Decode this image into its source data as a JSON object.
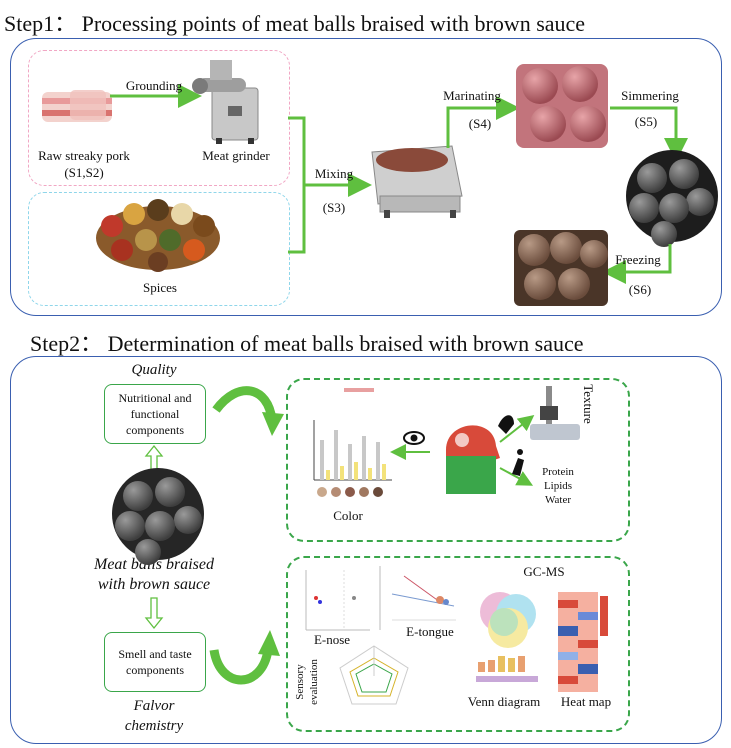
{
  "step1": {
    "title": "Step1： Processing points of meat balls braised with brown sauce",
    "grounding": "Grounding",
    "raw_pork": "Raw streaky pork",
    "raw_pork_code": "(S1,S2)",
    "meat_grinder": "Meat grinder",
    "spices": "Spices",
    "mixing": "Mixing",
    "mixing_code": "(S3)",
    "marinating": "Marinating",
    "marinating_code": "(S4)",
    "simmering": "Simmering",
    "simmering_code": "(S5)",
    "freezing": "Freezing",
    "freezing_code": "(S6)"
  },
  "step2": {
    "title": "Step2： Determination of meat balls braised with brown sauce",
    "quality": "Quality",
    "nutritional_box": "Nutritional and functional components",
    "meatballs_label_1": "Meat balls braised",
    "meatballs_label_2": "with brown sauce",
    "smell_box": "Smell and taste components",
    "flavor_1": "Falvor",
    "flavor_2": "chemistry",
    "color": "Color",
    "texture": "Texture",
    "protein": "Protein",
    "lipids": "Lipids",
    "water": "Water",
    "enose": "E-nose",
    "etongue": "E-tongue",
    "gcms": "GC-MS",
    "sensory_1": "Sensory",
    "sensory_2": "evaluation",
    "venn": "Venn diagram",
    "heatmap": "Heat map"
  },
  "colors": {
    "panel_border": "#3a5fb0",
    "arrow_green": "#5fbf3f",
    "dash_green": "#3aa64a",
    "dash_pink": "#f1a7c4",
    "dash_cyan": "#8fd6ea"
  }
}
